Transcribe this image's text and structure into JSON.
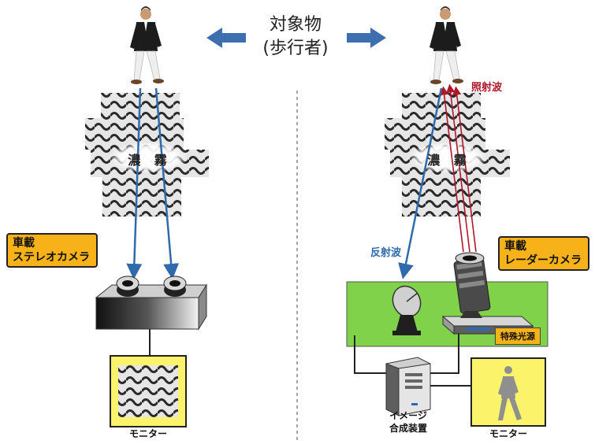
{
  "title": {
    "line1": "対象物",
    "line2": "(歩行者)"
  },
  "left": {
    "badge_line1": "車載",
    "badge_line2": "ステレオカメラ",
    "fog_label": "濃 霧",
    "monitor_label": "モニター"
  },
  "right": {
    "badge_line1": "車載",
    "badge_line2": "レーダーカメラ",
    "fog_label": "濃 霧",
    "irradiation_label": "照射波",
    "reflection_label": "反射波",
    "light_source_label": "特殊光源",
    "synth_line1": "イメージ",
    "synth_line2": "合成装置",
    "monitor_label": "モニター"
  },
  "colors": {
    "badge": "#f7b21a",
    "reflected_wave": "#2f6aad",
    "irradiation_wave": "#b0182a",
    "green_panel": "#7fd24a",
    "monitor_bg": "#fbf46a"
  },
  "icons": [
    "pedestrian-icon",
    "arrow-left-icon",
    "arrow-right-icon",
    "fog-icon",
    "stereo-camera-icon",
    "radar-camera-icon",
    "satellite-dish-icon",
    "computer-tower-icon",
    "walking-silhouette-icon"
  ]
}
